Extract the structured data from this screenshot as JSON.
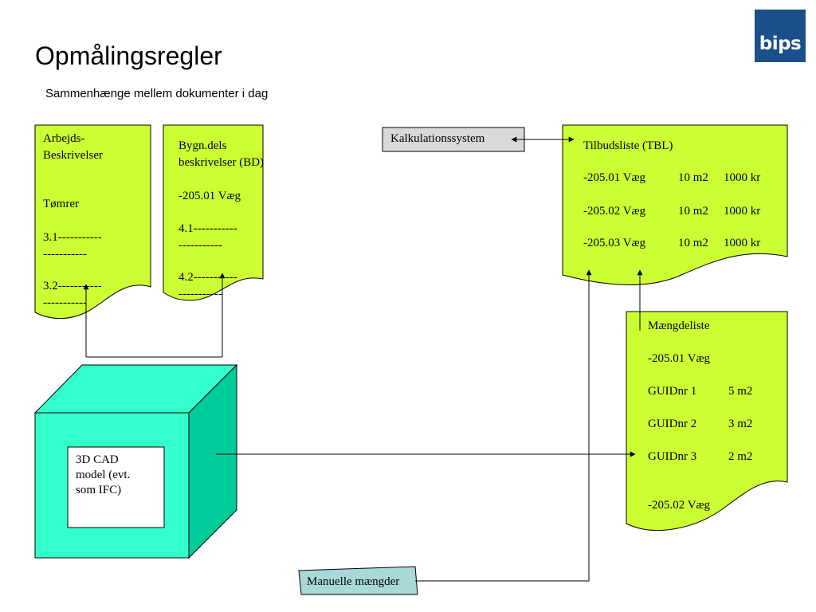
{
  "slide": {
    "title": "Opmålingsregler",
    "subtitle": "Sammenhænge mellem dokumenter i dag",
    "logo_text": "bips"
  },
  "docs": {
    "arbejds": {
      "line1": "Arbejds-",
      "line2": "Beskrivelser",
      "line3": "Tømrer",
      "line4": "3.1-----------",
      "line5": "-----------",
      "line6": "3.2-----------",
      "line7": "-----------"
    },
    "bygn": {
      "line1": "Bygn.dels",
      "line2": "beskrivelser (BD)",
      "line3": "-205.01 Væg",
      "line4": "4.1-----------",
      "line5": "-----------",
      "line6": "4.2-----------",
      "line7": "-----------"
    },
    "tbl": {
      "title": "Tilbudsliste (TBL)",
      "rows": [
        {
          "code": "-205.01 Væg",
          "qty": "10 m2",
          "price": "1000 kr"
        },
        {
          "code": "-205.02 Væg",
          "qty": "10 m2",
          "price": "1000 kr"
        },
        {
          "code": "-205.03 Væg",
          "qty": "10 m2",
          "price": "1000 kr"
        }
      ]
    },
    "maengde": {
      "title": "Mængdeliste",
      "section1": "-205.01 Væg",
      "rows": [
        {
          "id": "GUIDnr 1",
          "qty": "5 m2"
        },
        {
          "id": "GUIDnr 2",
          "qty": "3 m2"
        },
        {
          "id": "GUIDnr 3",
          "qty": "2 m2"
        }
      ],
      "section2": "-205.02 Væg"
    }
  },
  "boxes": {
    "kalkulation": "Kalkulationssystem",
    "manuelle": "Manuelle mængder",
    "cad_line1": "3D CAD",
    "cad_line2": "model (evt.",
    "cad_line3": "som IFC)"
  },
  "colors": {
    "doc_fill": "#ccff33",
    "cube_front": "#33ffcc",
    "cube_side": "#00cc99",
    "kalk_fill": "#d9d9d9",
    "manuelle_fill": "#a8d8d8",
    "logo_bg": "#1a4f8b"
  }
}
